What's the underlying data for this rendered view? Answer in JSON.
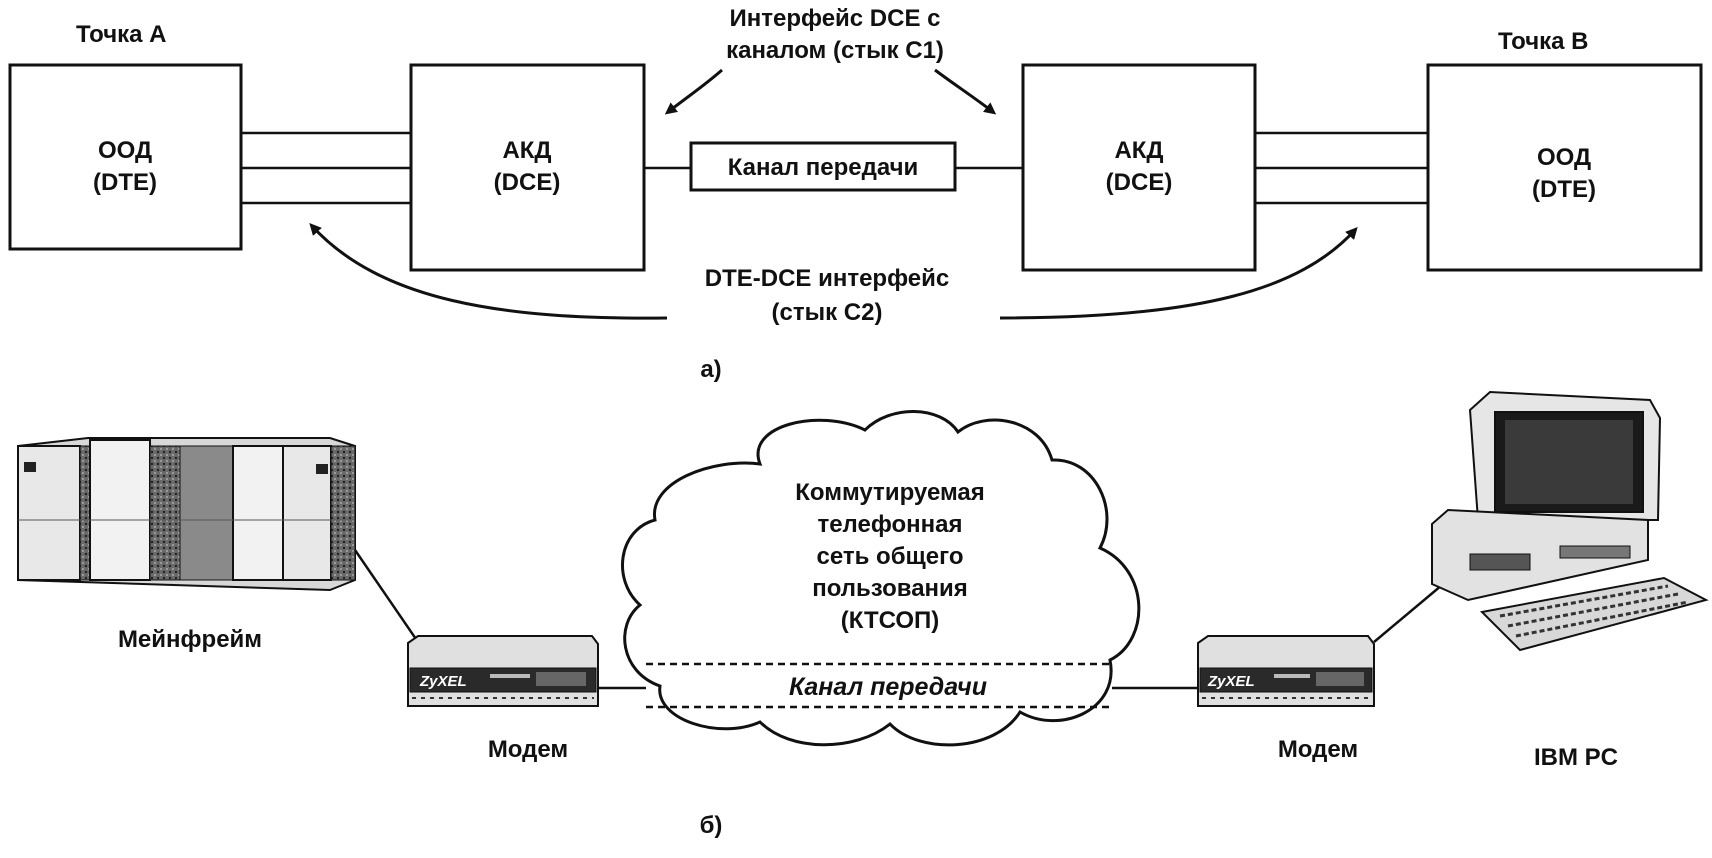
{
  "diagram_a": {
    "point_a": "Точка А",
    "point_b": "Точка В",
    "dte_left": {
      "line1": "ООД",
      "line2": "(DTE)"
    },
    "dce_left": {
      "line1": "АКД",
      "line2": "(DCE)"
    },
    "dce_right": {
      "line1": "АКД",
      "line2": "(DCE)"
    },
    "dte_right": {
      "line1": "ООД",
      "line2": "(DTE)"
    },
    "channel": "Канал передачи",
    "interface_c1": {
      "line1": "Интерфейс DCE с",
      "line2": "каналом (стык С1)"
    },
    "interface_c2": {
      "line1": "DTE-DCE интерфейс",
      "line2": "(стык С2)"
    },
    "caption": "а)"
  },
  "diagram_b": {
    "mainframe": "Мейнфрейм",
    "modem_left": "Модем",
    "modem_right": "Модем",
    "pc": "IBM PC",
    "network": {
      "line1": "Коммутируемая",
      "line2": "телефонная",
      "line3": "сеть общего",
      "line4": "пользования",
      "line5": "(КТСОП)"
    },
    "channel": "Канал передачи",
    "modem_brand": "ZyXEL",
    "caption": "б)"
  },
  "colors": {
    "ink": "#111111",
    "background": "#ffffff"
  }
}
